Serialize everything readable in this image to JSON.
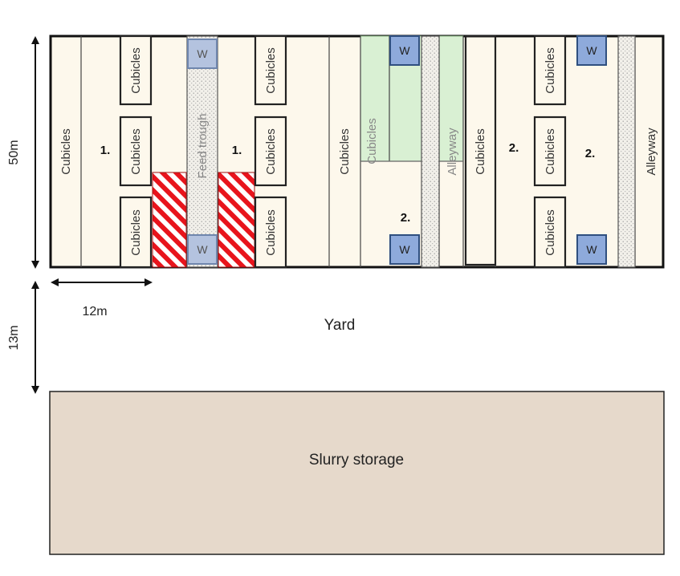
{
  "dimensions": {
    "height_shed": "50m",
    "height_yard": "13m",
    "width_pen": "12m"
  },
  "areas": {
    "yard": "Yard",
    "slurry": "Slurry storage"
  },
  "labels": {
    "cubicles": "Cubicles",
    "feed_trough": "Feed trough",
    "alleyway": "Alleyway",
    "water": "W",
    "pen_1": "1.",
    "pen_2": "2."
  },
  "colors": {
    "shed_fill": "#fdf8ec",
    "slurry_fill": "#e6d9cb",
    "water_fill": "#8eaadb",
    "water_fill_light": "#b4c3df",
    "green_zone": "#d9f0d3",
    "hatch_red": "#e8141c"
  }
}
